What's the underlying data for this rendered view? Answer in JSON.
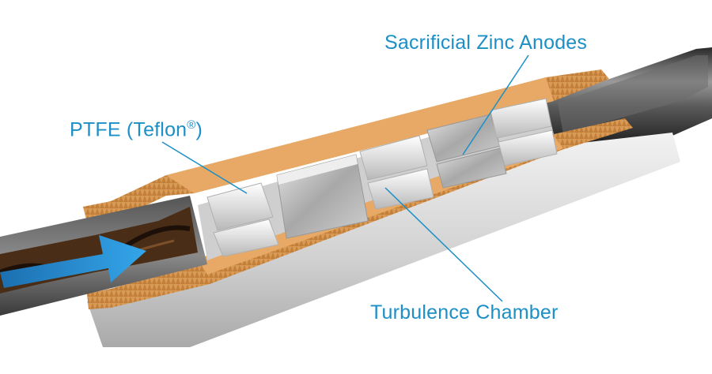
{
  "labels": {
    "zinc_anodes": "Sacrificial Zinc Anodes",
    "ptfe_main": "PTFE (Teflon",
    "ptfe_mark": "®",
    "ptfe_close": ")",
    "turbulence_chamber": "Turbulence Chamber"
  },
  "colors": {
    "callout_text": "#1b8fc6",
    "flow_arrow": "#2a8fd6",
    "thread_copper": "#d99a56",
    "pipe_steel": "#3a3a3a",
    "body_steel": "#d6d6d6",
    "deposit": "#4a2d16"
  }
}
